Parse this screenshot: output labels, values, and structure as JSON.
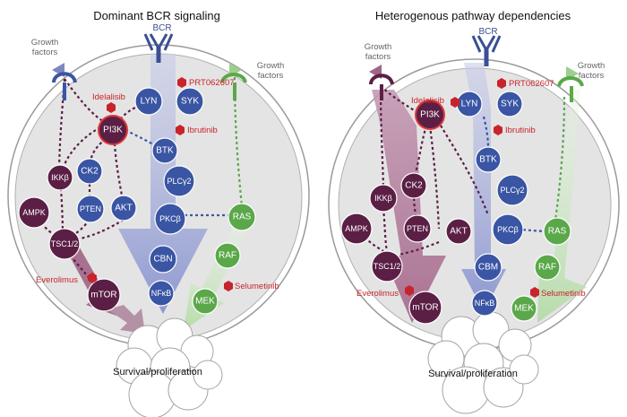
{
  "panel_left": {
    "title": "Dominant BCR signaling",
    "receptor_bcr": "BCR",
    "growth_left": [
      "Growth",
      "factors"
    ],
    "growth_right": [
      "Growth",
      "factors"
    ],
    "drugs": {
      "prt": "PRT062607",
      "idelalisib": "Idelalisib",
      "ibrutinib": "Ibrutinib",
      "everolimus": "Everolimus",
      "selumetinib": "Selumetinib"
    },
    "nodes": {
      "lyn": "LYN",
      "syk": "SYK",
      "pi3k": "PI3K",
      "btk": "BTK",
      "ikkb": "IKKβ",
      "ck2": "CK2",
      "plcg2": "PLCγ2",
      "pten": "PTEN",
      "akt": "AKT",
      "ampk": "AMPK",
      "pkcb": "PKCβ",
      "ras": "RAS",
      "tsc": "TSC1/2",
      "cbn": "CBN",
      "raf": "RAF",
      "nfkb": "NFκB",
      "mtor": "mTOR",
      "mek": "MEK"
    },
    "outcome": "Survival/proliferation"
  },
  "panel_right": {
    "title": "Heterogenous pathway dependencies",
    "receptor_bcr": "BCR",
    "growth_left": [
      "Growth",
      "factors"
    ],
    "growth_right": [
      "Growth",
      "factors"
    ],
    "drugs": {
      "prt": "PRT062607",
      "idelalisib": "Idelalisib",
      "ibrutinib": "Ibrutinib",
      "everolimus": "Everolimus",
      "selumetinib": "Selumetinib"
    },
    "nodes": {
      "lyn": "LYN",
      "syk": "SYK",
      "pi3k": "PI3K",
      "btk": "BTK",
      "ikkb": "IKKβ",
      "ck2": "CK2",
      "plcg2": "PLCγ2",
      "pten": "PTEN",
      "akt": "AKT",
      "ampk": "AMPK",
      "pkcb": "PKCβ",
      "ras": "RAS",
      "tsc": "TSC1/2",
      "cbm": "CBM",
      "raf": "RAF",
      "nfkb": "NFκB",
      "mtor": "mTOR",
      "mek": "MEK"
    },
    "outcome": "Survival/proliferation"
  },
  "colors": {
    "blue_node": "#3a55a4",
    "purple_node": "#5b1f45",
    "green_node": "#5aa84a",
    "drug": "#c8242b",
    "bcr_arrow": "#9aa3d4",
    "pi3k_arrow": "#a8708f",
    "gf_arrow": "#bfe0b5"
  }
}
